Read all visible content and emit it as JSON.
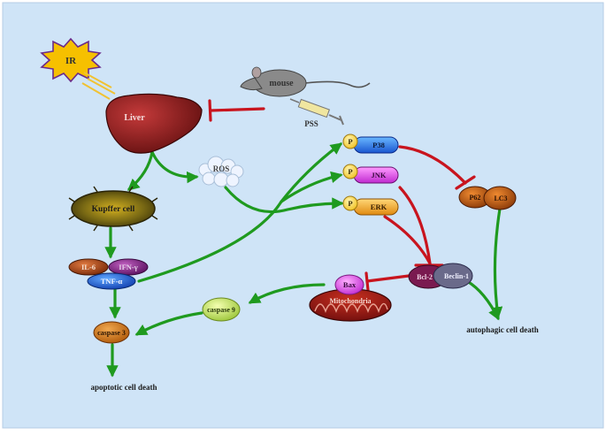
{
  "labels": {
    "ir": "IR",
    "liver": "Liver",
    "mouse": "mouse",
    "pss": "PSS",
    "ros": "ROS",
    "kupffer": "Kupffer cell",
    "il6": "IL-6",
    "ifn": "IFN-γ",
    "tnf": "TNF-α",
    "caspase3": "caspase 3",
    "caspase9": "caspase 9",
    "bax": "Bax",
    "mitochondria": "Mitochondria",
    "bcl2": "Bcl-2",
    "beclin1": "Beclin-1",
    "p38": "P38",
    "jnk": "JNK",
    "erk": "ERK",
    "p_badge": "P",
    "p62": "P62",
    "lc3": "LC3",
    "apoptotic": "apoptotic cell death",
    "autophagic": "autophagic cell death"
  },
  "colors": {
    "background": "#cfe4f7",
    "activation_arrow": "#1f9a1f",
    "inhibition_arrow": "#c8141e",
    "liver": "#7a1414",
    "ir_burst": "#f6c000",
    "ir_outline": "#6a2a8a"
  }
}
